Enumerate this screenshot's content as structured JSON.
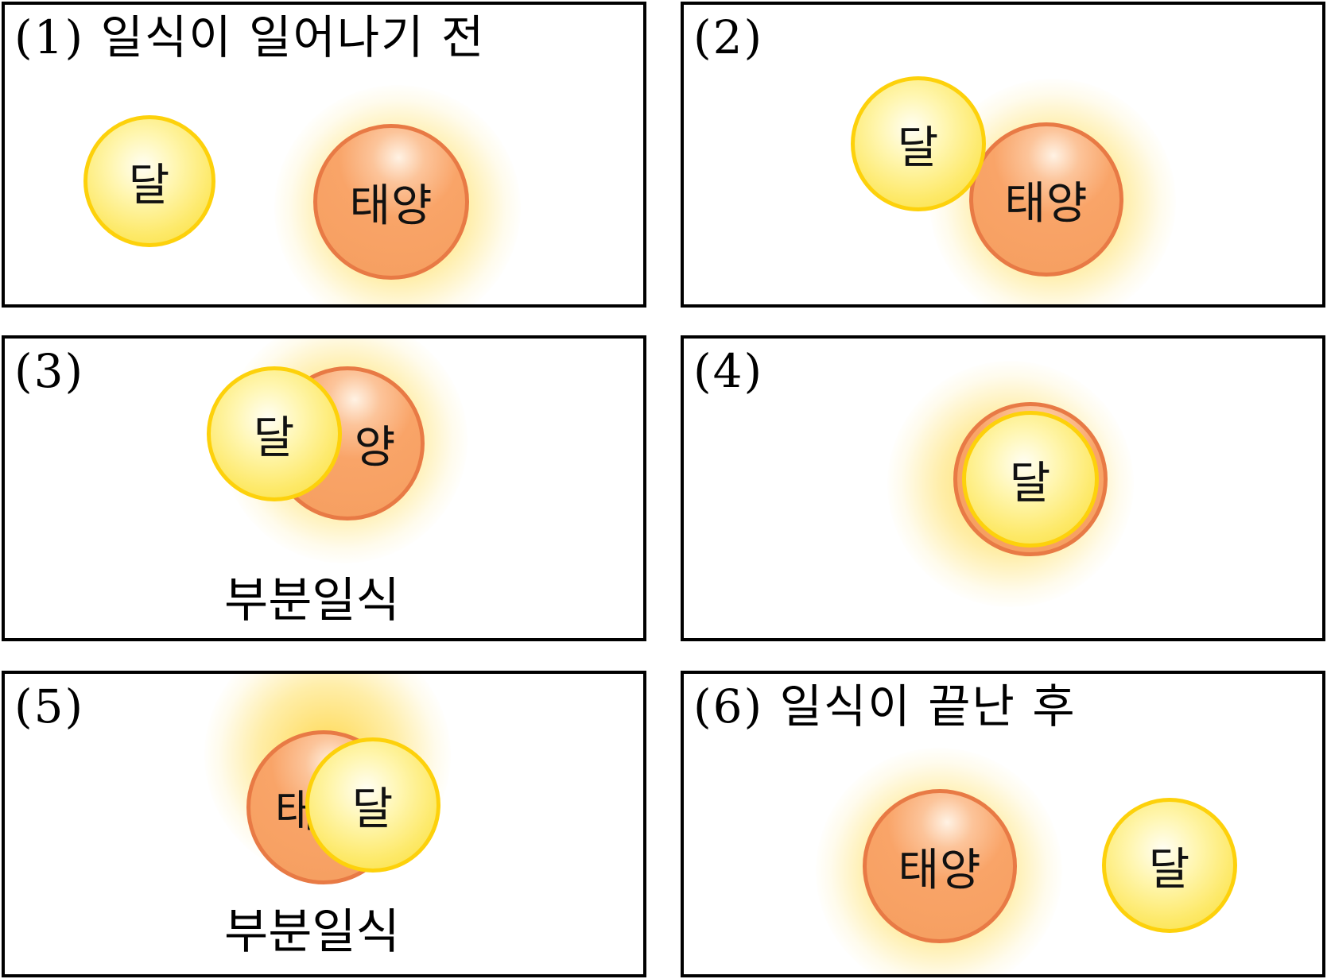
{
  "labels": {
    "sun": "태양",
    "moon": "달",
    "sun_partial": "양",
    "sun_partial_left": "태"
  },
  "panels": [
    {
      "title": "(1) 일식이 일어나기 전",
      "caption": ""
    },
    {
      "title": "(2)",
      "caption": ""
    },
    {
      "title": "(3)",
      "caption": "부분일식"
    },
    {
      "title": "(4)",
      "caption": ""
    },
    {
      "title": "(5)",
      "caption": "부분일식"
    },
    {
      "title": "(6) 일식이 끝난 후",
      "caption": ""
    }
  ],
  "colors": {
    "sun_fill": "#f9a468",
    "sun_border": "#e87a45",
    "moon_fill": "#fde968",
    "moon_border": "#fdd10b",
    "glow": "#ffd646"
  }
}
